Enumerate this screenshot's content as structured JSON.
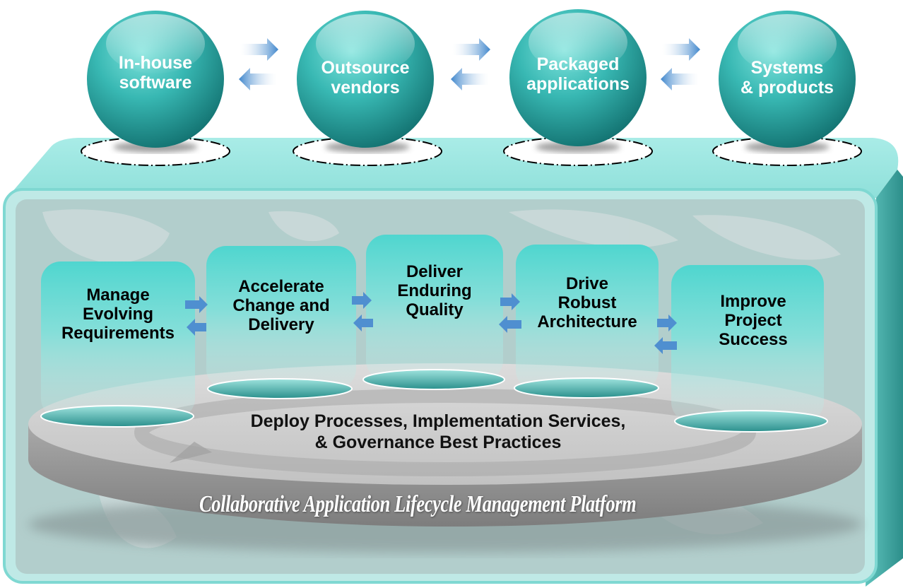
{
  "top_nodes": [
    {
      "label_line1": "In-house",
      "label_line2": "software"
    },
    {
      "label_line1": "Outsource",
      "label_line2": "vendors"
    },
    {
      "label_line1": "Packaged",
      "label_line2": "applications"
    },
    {
      "label_line1": "Systems",
      "label_line2": "& products"
    }
  ],
  "pillars": [
    {
      "lines": [
        "Manage",
        "Evolving",
        "Requirements"
      ]
    },
    {
      "lines": [
        "Accelerate",
        "Change and",
        "Delivery"
      ]
    },
    {
      "lines": [
        "Deliver",
        "Enduring",
        "Quality"
      ]
    },
    {
      "lines": [
        "Drive",
        "Robust",
        "Architecture"
      ]
    },
    {
      "lines": [
        "Improve",
        "Project",
        "Success"
      ]
    }
  ],
  "center": {
    "line1": "Deploy Processes, Implementation Services,",
    "line2": "& Governance Best Practices"
  },
  "platform_title": "Collaborative Application Lifecycle Management Platform",
  "colors": {
    "teal": "#4fd0c8",
    "teal_dark": "#1f8f8c",
    "box_fill": "#bfeeea",
    "arrow_blue": "#5b9bd5",
    "disc_grey": "#b9b9b9"
  }
}
